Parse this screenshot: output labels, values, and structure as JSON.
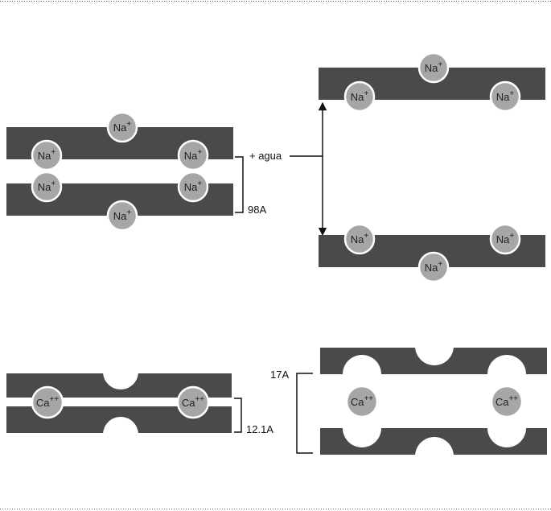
{
  "ions": {
    "sodium": {
      "base": "Na",
      "charge": "+"
    },
    "calcium": {
      "base": "Ca",
      "charge": "++"
    }
  },
  "labels": {
    "add_water": "+ agua",
    "spacing_na": "98A",
    "spacing_ca_dry": "12.1A",
    "spacing_ca_wet": "17A"
  },
  "colors": {
    "layer": "#4a4a4a",
    "ion_fill": "#a6a6a6",
    "ion_stroke": "#ffffff",
    "line": "#111111",
    "border_dots": "#555555"
  }
}
